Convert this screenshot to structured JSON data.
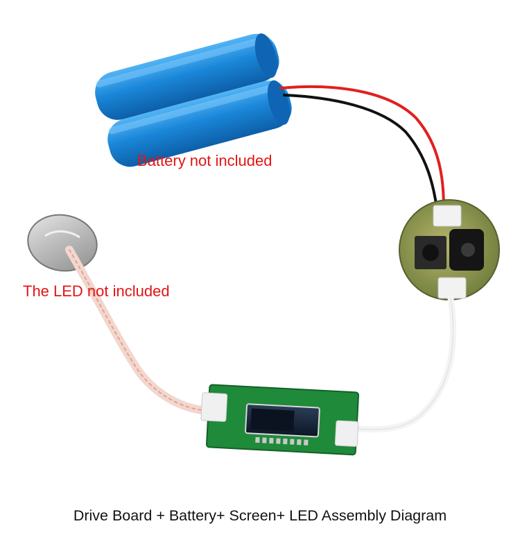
{
  "labels": {
    "battery": "Battery not included",
    "led": "The LED not included"
  },
  "caption": "Drive Board + Battery+ Screen+ LED Assembly Diagram",
  "colors": {
    "label_red": "#e31414",
    "battery_blue": "#1e8fe0",
    "pcb_green": "#1f8a3a",
    "wire_red": "#e02020",
    "wire_black": "#111111"
  }
}
